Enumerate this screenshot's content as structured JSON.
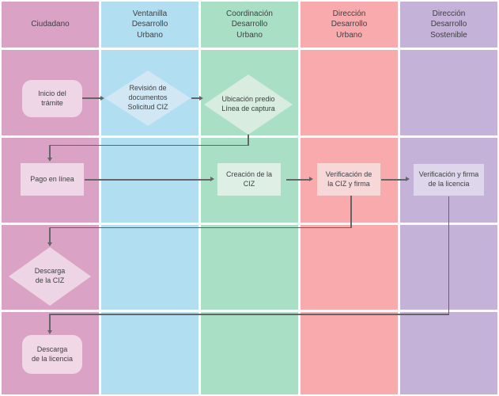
{
  "colors": {
    "text": "#3f4043",
    "connector": "#646569",
    "background": "#ffffff"
  },
  "lanes": [
    {
      "id": "ciudadano",
      "label": "Ciudadano",
      "color": "#daa3c6"
    },
    {
      "id": "ventanilla-urbano",
      "label": "Ventanilla\nDesarrollo\nUrbano",
      "color": "#b2def1"
    },
    {
      "id": "coordinacion-urbano",
      "label": "Coordinación\nDesarrollo\nUrbano",
      "color": "#a9e0c5"
    },
    {
      "id": "direccion-urbano",
      "label": "Dirección\nDesarrollo\nUrbano",
      "color": "#f9aaad"
    },
    {
      "id": "direccion-sostenible",
      "label": "Dirección\nDesarrollo\nSostenible",
      "color": "#c5b2d8"
    }
  ],
  "nodes": [
    {
      "id": "inicio-tramite",
      "shape": "rounded-rect",
      "lane": "ciudadano",
      "label": "Inicio del\ntrámite",
      "color": "#eed6e6"
    },
    {
      "id": "revision-documentos",
      "shape": "diamond",
      "lane": "ventanilla-urbano",
      "label": "Revisión de\ndocumentos\nSolicitud CIZ",
      "color": "#d1e8f4"
    },
    {
      "id": "ubicacion-predio",
      "shape": "diamond",
      "lane": "coordinacion-urbano",
      "label": "Ubicación predio\nLínea de captura",
      "color": "#d8ecdf"
    },
    {
      "id": "pago-en-linea",
      "shape": "rect",
      "lane": "ciudadano",
      "label": "Pago en línea",
      "color": "#efd7e7"
    },
    {
      "id": "creacion-ciz",
      "shape": "rect",
      "lane": "coordinacion-urbano",
      "label": "Creación de la\nCIZ",
      "color": "#def0e6"
    },
    {
      "id": "verificacion-ciz-firma",
      "shape": "rect",
      "lane": "direccion-urbano",
      "label": "Verificación de\nla CIZ y firma",
      "color": "#f8d7d9"
    },
    {
      "id": "verificacion-firma-licencia",
      "shape": "rect",
      "lane": "direccion-sostenible",
      "label": "Verificación y firma\nde la licencia",
      "color": "#ded7eb"
    },
    {
      "id": "descarga-ciz",
      "shape": "diamond",
      "lane": "ciudadano",
      "label": "Descarga\nde la CIZ",
      "color": "#eed5e5"
    },
    {
      "id": "descarga-licencia",
      "shape": "rounded-rect",
      "lane": "ciudadano",
      "label": "Descarga\nde la licencia",
      "color": "#f0d8e7"
    }
  ],
  "edges": [
    {
      "from": "inicio-tramite",
      "to": "revision-documentos"
    },
    {
      "from": "revision-documentos",
      "to": "ubicacion-predio"
    },
    {
      "from": "ubicacion-predio",
      "to": "pago-en-linea"
    },
    {
      "from": "pago-en-linea",
      "to": "creacion-ciz"
    },
    {
      "from": "creacion-ciz",
      "to": "verificacion-ciz-firma"
    },
    {
      "from": "verificacion-ciz-firma",
      "to": "verificacion-firma-licencia"
    },
    {
      "from": "verificacion-ciz-firma",
      "to": "descarga-ciz"
    },
    {
      "from": "verificacion-firma-licencia",
      "to": "descarga-licencia"
    }
  ]
}
